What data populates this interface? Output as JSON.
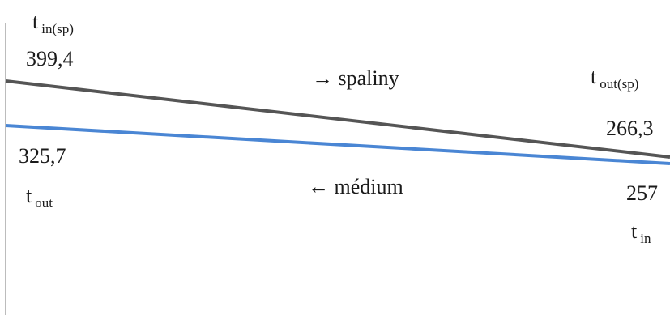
{
  "flue_gas": {
    "label_main": "t",
    "label_sub_in": "in(sp)",
    "label_sub_out": "out(sp)",
    "value_in": "399,4",
    "value_out": "266,3",
    "flow_text": "→ spaliny",
    "color": "#555555"
  },
  "medium": {
    "label_main": "t",
    "label_sub_out": "out",
    "label_sub_in": "in",
    "value_out": "325,7",
    "value_in": "257",
    "flow_text": "← médium",
    "color": "#4a86d4"
  },
  "axis": {
    "color": "#a6a6a6"
  }
}
